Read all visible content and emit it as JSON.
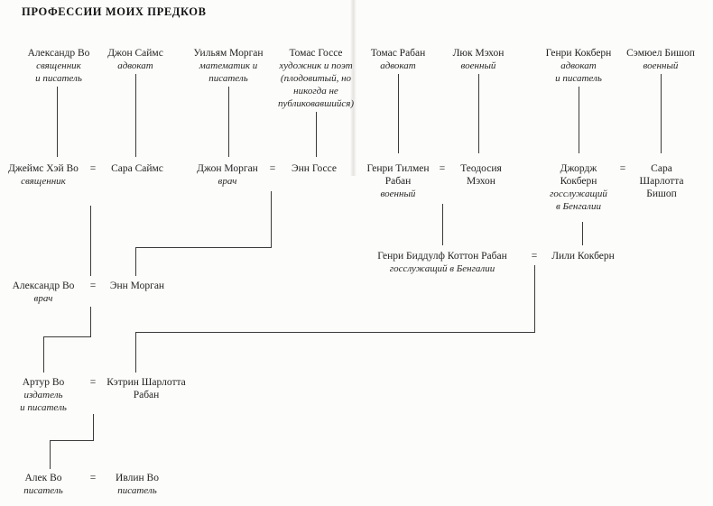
{
  "title": "ПРОФЕССИИ МОИХ ПРЕДКОВ",
  "eq": "=",
  "people": {
    "g1_waugh": {
      "name": "Александр Во",
      "profession": "священник\nи писатель"
    },
    "g1_symes": {
      "name": "Джон Саймс",
      "profession": "адвокат"
    },
    "g1_morgan": {
      "name": "Уильям Морган",
      "profession": "математик и\nписатель"
    },
    "g1_gosse": {
      "name": "Томас Госсе",
      "profession": "художник и поэт\n(плодовитый, но\nникогда не\nпубликовавшийся)"
    },
    "g1_raban": {
      "name": "Томас Рабан",
      "profession": "адвокат"
    },
    "g1_mahon": {
      "name": "Люк Мэхон",
      "profession": "военный"
    },
    "g1_cockburn": {
      "name": "Генри Кокберн",
      "profession": "адвокат\nи писатель"
    },
    "g1_bishop": {
      "name": "Сэмюел Бишоп",
      "profession": "военный"
    },
    "g2_james_waugh": {
      "name": "Джеймс Хэй Во",
      "profession": "священник"
    },
    "g2_sara_symes": {
      "name": "Сара Саймс"
    },
    "g2_john_morgan": {
      "name": "Джон Морган",
      "profession": "врач"
    },
    "g2_ann_gosse": {
      "name": "Энн Госсе"
    },
    "g2_henry_raban": {
      "name": "Генри Тилмен\nРабан",
      "profession": "военный"
    },
    "g2_theodosia_mahon": {
      "name": "Теодосия\nМэхон"
    },
    "g2_george_cockburn": {
      "name": "Джордж\nКокберн",
      "profession": "госслужащий\nв Бенгалии"
    },
    "g2_sara_bishop": {
      "name": "Сара\nШарлотта\nБишоп"
    },
    "g3_alexander_waugh": {
      "name": "Александр Во",
      "profession": "врач"
    },
    "g3_ann_morgan": {
      "name": "Энн Морган"
    },
    "g3_henry_biddulph_raban": {
      "name": "Генри Биддулф Коттон Рабан",
      "profession": "госслужащий в Бенгалии"
    },
    "g3_lily_cockburn": {
      "name": "Лили Кокберн"
    },
    "g4_arthur_waugh": {
      "name": "Артур Во",
      "profession": "издатель\nи писатель"
    },
    "g4_catherine_raban": {
      "name": "Кэтрин Шарлотта\nРабан"
    },
    "g5_alec_waugh": {
      "name": "Алек Во",
      "profession": "писатель"
    },
    "g5_evelyn_waugh": {
      "name": "Ивлин Во",
      "profession": "писатель"
    }
  }
}
